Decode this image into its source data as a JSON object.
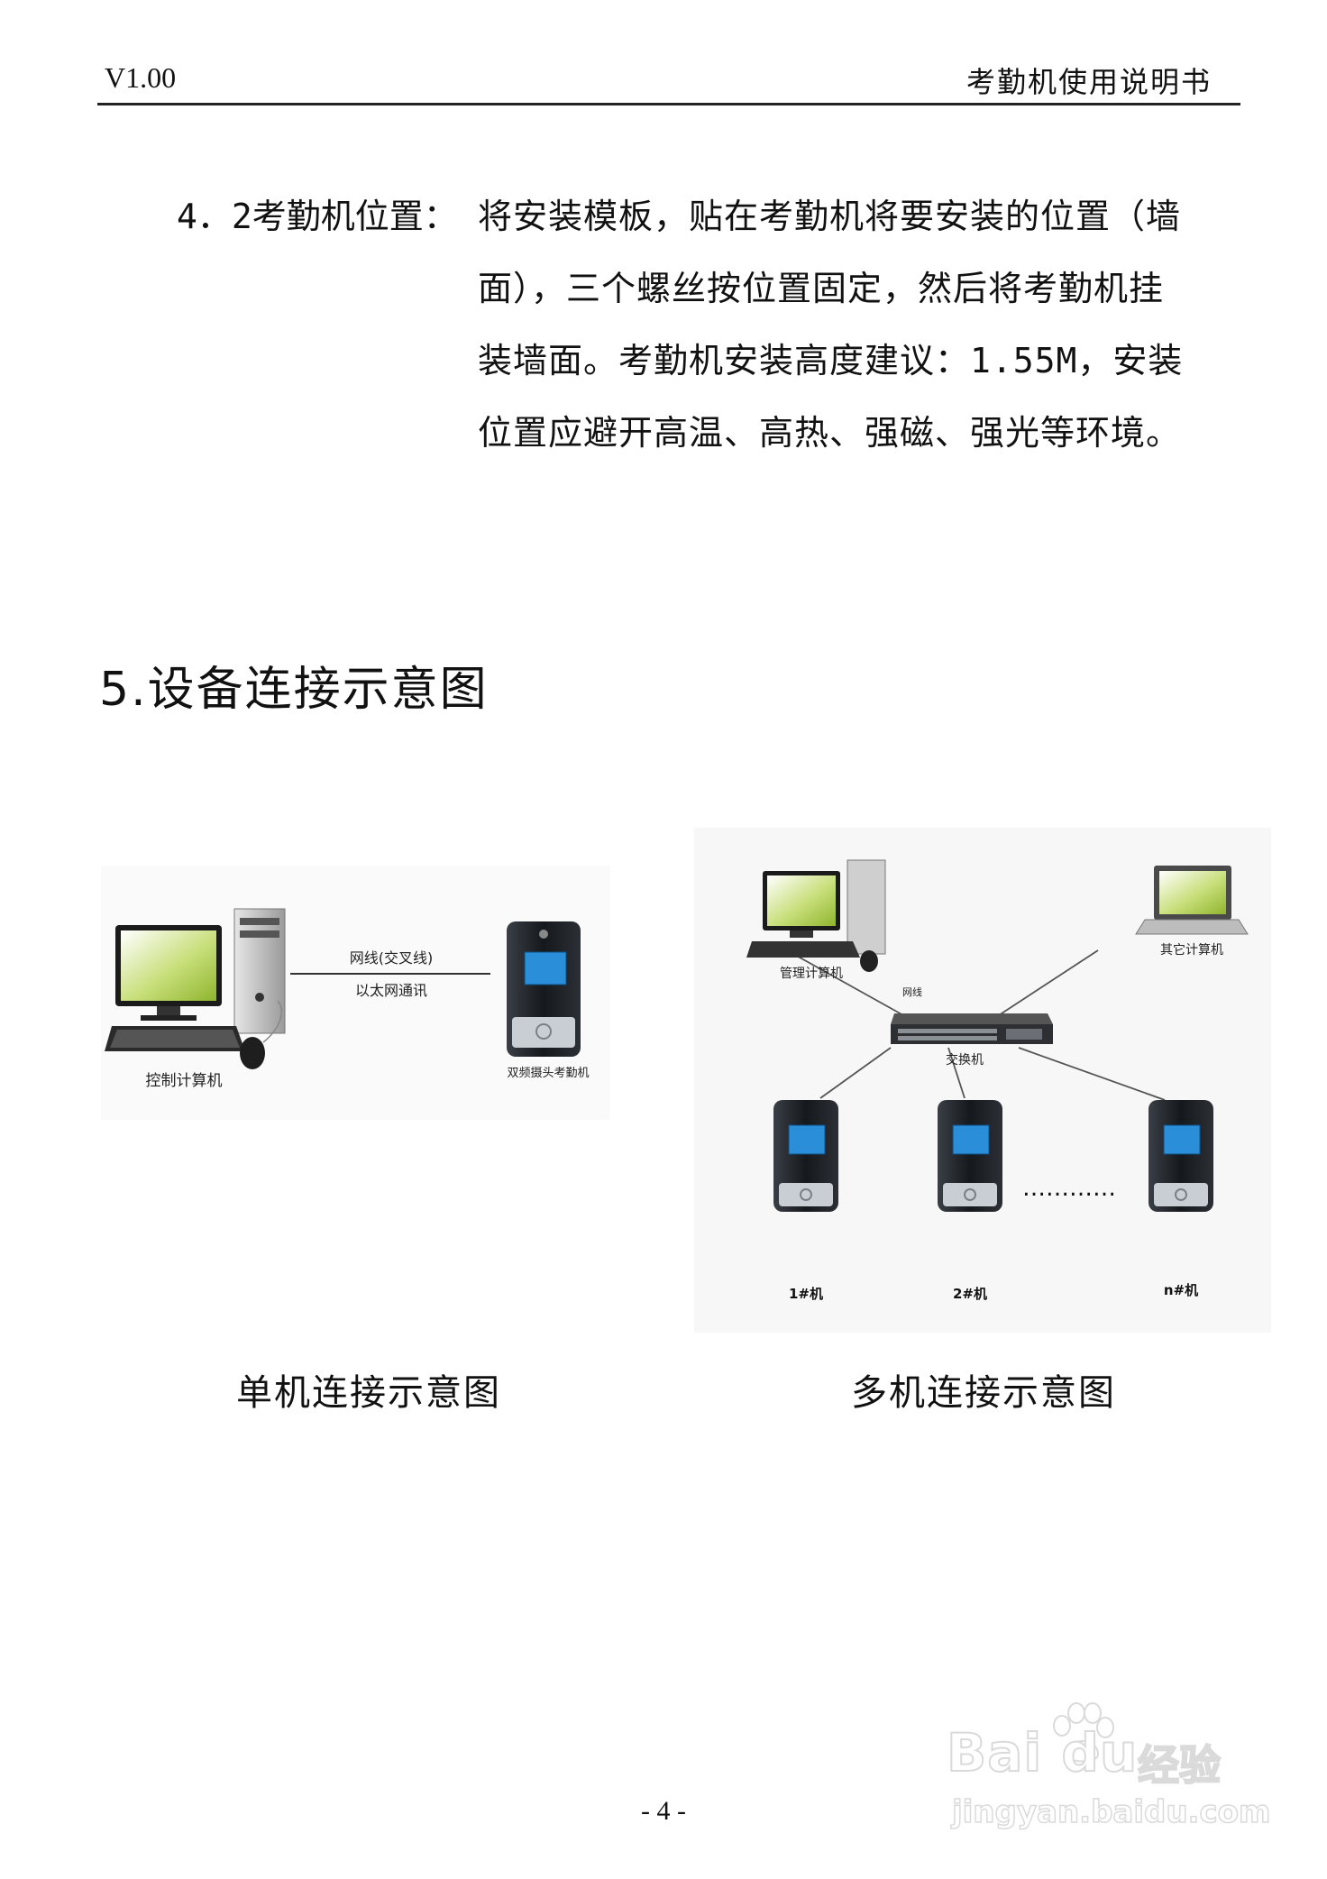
{
  "header": {
    "version": "V1.00",
    "title": "考勤机使用说明书"
  },
  "section_4_2": {
    "label": "4．2考勤机位置：",
    "lines": [
      "将安装模板，贴在考勤机将要安装的位置（墙",
      "面），三个螺丝按位置固定，然后将考勤机挂",
      "装墙面。考勤机安装高度建议：1.55M，安装",
      "位置应避开高温、高热、强磁、强光等环境。"
    ]
  },
  "section_5": {
    "heading": "5.设备连接示意图"
  },
  "single_diagram": {
    "cable_label": "网线(交叉线)",
    "comm_label": "以太网通讯",
    "computer_label": "控制计算机",
    "device_label": "双频摄头考勤机",
    "caption": "单机连接示意图"
  },
  "multi_diagram": {
    "mgmt_pc_label": "管理计算机",
    "other_pc_label": "其它计算机",
    "cable_label": "网线",
    "switch_label": "交换机",
    "device_labels": [
      "1#机",
      "2#机",
      "n#机"
    ],
    "ellipsis": "…………",
    "caption": "多机连接示意图"
  },
  "footer": {
    "page": "- 4 -"
  },
  "watermark": {
    "brand": "Bai du",
    "product": "经验",
    "url": "jingyan.baidu.com"
  },
  "colors": {
    "screen_green": "#9cc23a",
    "device_screen_blue": "#2a8fd8",
    "device_body": "#1f2328"
  }
}
